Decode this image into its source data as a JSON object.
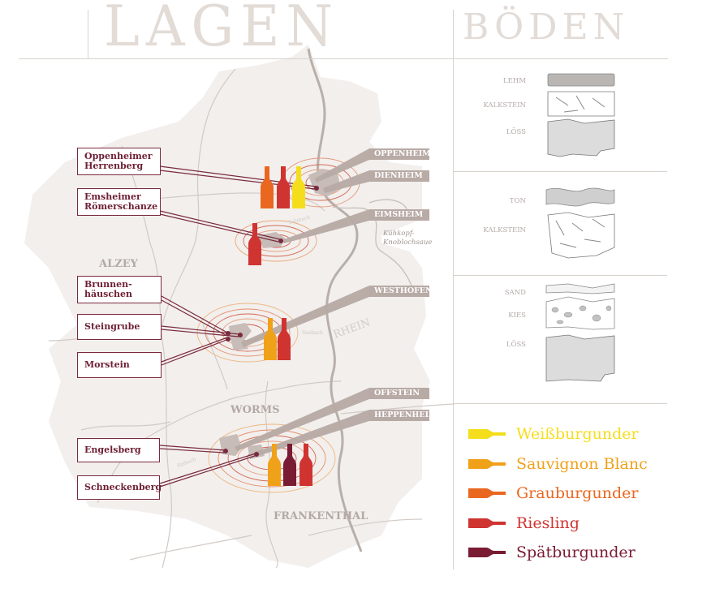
{
  "headings": {
    "lagen": "LAGEN",
    "boeden": "BÖDEN"
  },
  "cities": {
    "alzey": "ALZEY",
    "worms": "WORMS",
    "frankenthal": "FRANKENTHAL"
  },
  "river": "RHEIN",
  "streams": {
    "selzbach": "Selzbach",
    "seebach": "Seebach",
    "eisbach": "Eisbach"
  },
  "nature_reserve": "Kühkopf-\nKnoblochsaue",
  "villages": [
    "OPPENHEIM",
    "DIENHEIM",
    "EIMSHEIM",
    "WESTHOFEN",
    "OFFSTEIN",
    "HEPPENHEIM"
  ],
  "lagen": [
    {
      "name": "Oppenheimer\nHerrenberg",
      "village": "OPPENHEIM/DIENHEIM",
      "grapes": [
        "Grauburgunder",
        "Riesling",
        "Weißburgunder"
      ]
    },
    {
      "name": "Emsheimer\nRömerschanze",
      "village": "EIMSHEIM",
      "grapes": [
        "Riesling"
      ]
    },
    {
      "name": "Brunnen-\nhäuschen",
      "village": "WESTHOFEN",
      "grapes": [
        "Sauvignon Blanc",
        "Riesling"
      ]
    },
    {
      "name": "Steingrube",
      "village": "WESTHOFEN",
      "grapes": []
    },
    {
      "name": "Morstein",
      "village": "WESTHOFEN",
      "grapes": []
    },
    {
      "name": "Engelsberg",
      "village": "OFFSTEIN",
      "grapes": [
        "Sauvignon Blanc",
        "Spätburgunder",
        "Riesling"
      ]
    },
    {
      "name": "Schneckenberg",
      "village": "HEPPENHEIM",
      "grapes": []
    }
  ],
  "soils": [
    {
      "group": 1,
      "layers": [
        "LEHM",
        "KALKSTEIN",
        "LÖSS"
      ]
    },
    {
      "group": 2,
      "layers": [
        "TON",
        "KALKSTEIN"
      ]
    },
    {
      "group": 3,
      "layers": [
        "SAND",
        "KIES",
        "LÖSS"
      ]
    }
  ],
  "legend": [
    {
      "label": "Weißburgunder",
      "color": "#f4de1c"
    },
    {
      "label": "Sauvignon Blanc",
      "color": "#f0a11a"
    },
    {
      "label": "Grauburgunder",
      "color": "#e9671f"
    },
    {
      "label": "Riesling",
      "color": "#cf3431"
    },
    {
      "label": "Spätburgunder",
      "color": "#7a1b34"
    }
  ],
  "colors": {
    "label_border": "#7a2a3e",
    "label_text": "#6e1f34",
    "village_tag": "#b8aaa5",
    "region_fill": "#f2efed",
    "heading": "#e2dbd6"
  }
}
